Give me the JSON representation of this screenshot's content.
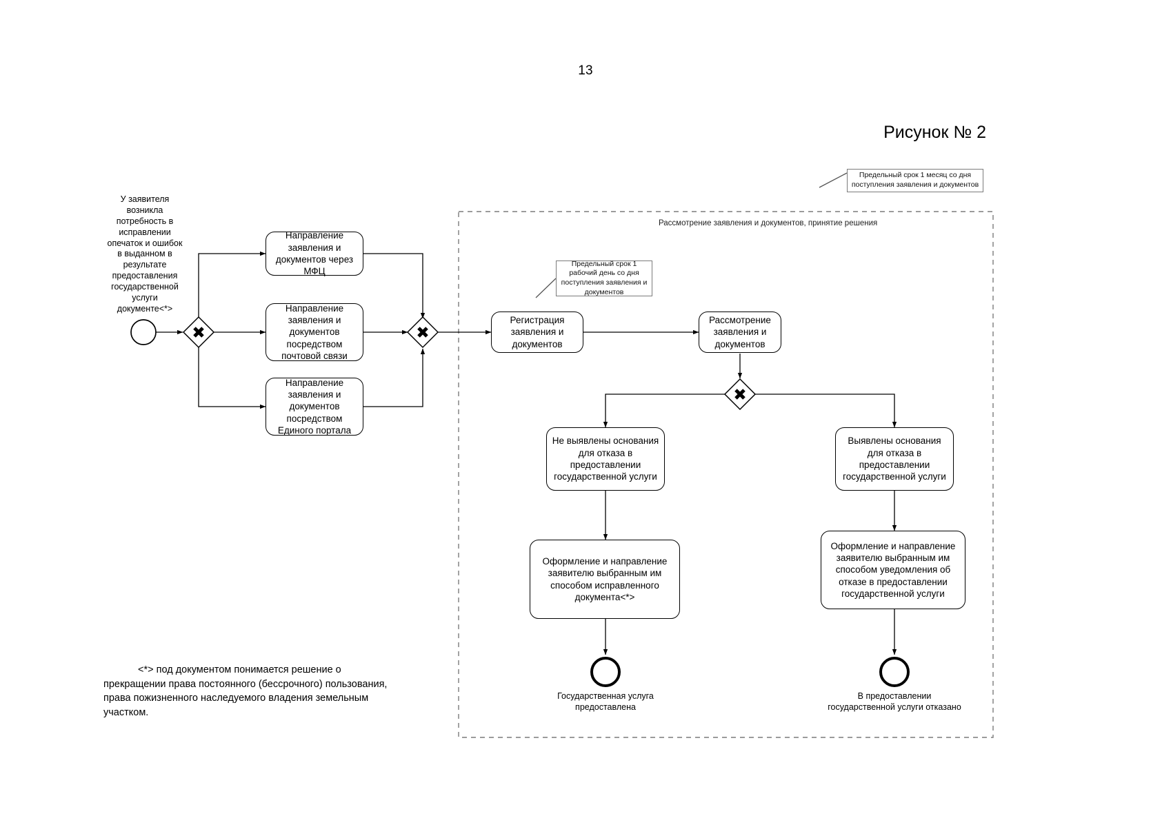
{
  "page": {
    "number": "13",
    "figure_caption": "Рисунок № 2",
    "footnote": "<*> под документом понимается решение о прекращении права постоянного (бессрочного) пользования, права пожизненного наследуемого владения земельным участком."
  },
  "diagram": {
    "type": "bpmn-flowchart",
    "pool_label": "Рассмотрение заявления и документов, принятие решения",
    "start_event": {
      "name": "start-event",
      "caption": "У заявителя возникла потребность в исправлении опечаток и ошибок в выданном в результате предоставления государственной услуги документе<*>"
    },
    "gateways": [
      {
        "id": "gw-split-channel",
        "symbol": "X"
      },
      {
        "id": "gw-join-channel",
        "symbol": "X"
      },
      {
        "id": "gw-decision-grounds",
        "symbol": "X"
      }
    ],
    "tasks": [
      {
        "id": "task-mfc",
        "label": "Направление заявления и документов через МФЦ"
      },
      {
        "id": "task-post",
        "label": "Направление заявления и документов посредством почтовой связи"
      },
      {
        "id": "task-portal",
        "label": "Направление заявления и документов посредством Единого портала"
      },
      {
        "id": "task-register",
        "label": "Регистрация заявления и документов"
      },
      {
        "id": "task-review",
        "label": "Рассмотрение заявления и документов"
      },
      {
        "id": "task-no-grounds",
        "label": "Не выявлены основания для отказа в предоставлении государственной услуги"
      },
      {
        "id": "task-grounds",
        "label": "Выявлены основания для отказа в предоставлении государственной услуги"
      },
      {
        "id": "task-issue-doc",
        "label": "Оформление и направление заявителю выбранным им способом исправленного документа<*>"
      },
      {
        "id": "task-issue-refusal",
        "label": "Оформление и направление заявителю выбранным им способом уведомления об отказе в предоставлении государственной услуги"
      }
    ],
    "annotations": [
      {
        "id": "note-month",
        "text": "Предельный срок 1 месяц со дня поступления заявления и документов"
      },
      {
        "id": "note-oneday",
        "text": "Предельный срок 1 рабочий день со дня поступления заявления и документов"
      }
    ],
    "end_events": [
      {
        "id": "end-service-provided",
        "caption": "Государственная услуга предоставлена"
      },
      {
        "id": "end-service-refused",
        "caption": "В предоставлении государственной услуги отказано"
      }
    ],
    "colors": {
      "stroke": "#000000",
      "annotation_stroke": "#7a7a7a",
      "pool_stroke": "#7a7a7a",
      "background": "#ffffff"
    }
  }
}
